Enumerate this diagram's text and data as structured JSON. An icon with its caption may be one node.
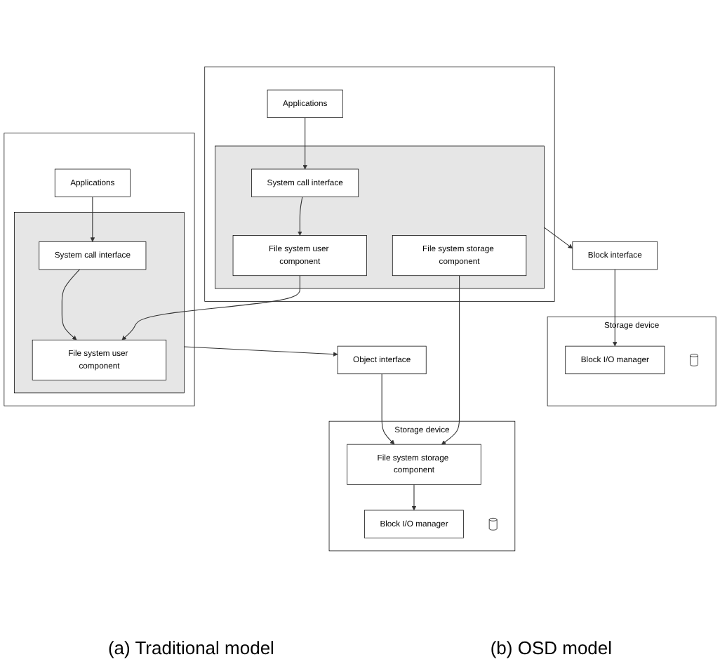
{
  "diagram": {
    "nodes": [
      {
        "text": [],
        "shape": "box"
      },
      {
        "text": [
          "Applications"
        ],
        "in": 0
      },
      {
        "text": [],
        "shape": "box",
        "in": 0
      },
      {
        "text": [
          "System call interface"
        ],
        "in": 2
      },
      {
        "text": [
          "File system user component"
        ],
        "in": 2
      },
      {
        "text": [
          "File system storage component"
        ],
        "in": 2
      },
      {
        "text": [
          "Block interface"
        ]
      },
      {
        "text": [
          "Storage device"
        ]
      },
      {
        "text": [
          "Block I/O manager"
        ],
        "in": 7
      },
      {
        "text": [],
        "shape": "cylinder",
        "in": 7
      },
      {
        "text": [],
        "shape": "box"
      },
      {
        "text": [
          "Applications"
        ],
        "in": 10
      },
      {
        "text": [],
        "shape": "box",
        "in": 10
      },
      {
        "text": [
          "System call interface"
        ],
        "in": 12
      },
      {
        "text": [
          "File system user component"
        ],
        "in": 12
      },
      {
        "text": [
          "Object interface"
        ]
      },
      {
        "text": [
          "Storage device"
        ]
      },
      {
        "text": [
          "File system storage component"
        ],
        "in": 16
      },
      {
        "text": [
          "Block I/O manager"
        ],
        "in": 16
      },
      {
        "text": [],
        "shape": "cylinder",
        "in": 16
      }
    ],
    "edges": [
      {
        "from": 1,
        "to": 3,
        "arrow": "to"
      },
      {
        "from": 3,
        "to": 4,
        "arrow": "to"
      },
      {
        "from": 2,
        "to": 6,
        "arrow": "to"
      },
      {
        "from": 6,
        "to": 8,
        "arrow": "to"
      },
      {
        "from": 4,
        "to": 14,
        "arrow": "to"
      },
      {
        "from": 5,
        "to": 17,
        "arrow": "to"
      },
      {
        "from": 11,
        "to": 13,
        "arrow": "to"
      },
      {
        "from": 13,
        "to": 14,
        "arrow": "to"
      },
      {
        "from": 12,
        "to": 15,
        "arrow": "to"
      },
      {
        "from": 15,
        "to": 17,
        "arrow": "to"
      },
      {
        "from": 17,
        "to": 18,
        "arrow": "to"
      }
    ],
    "labels": [
      "(a) Traditional model",
      "(b) OSD model"
    ]
  }
}
